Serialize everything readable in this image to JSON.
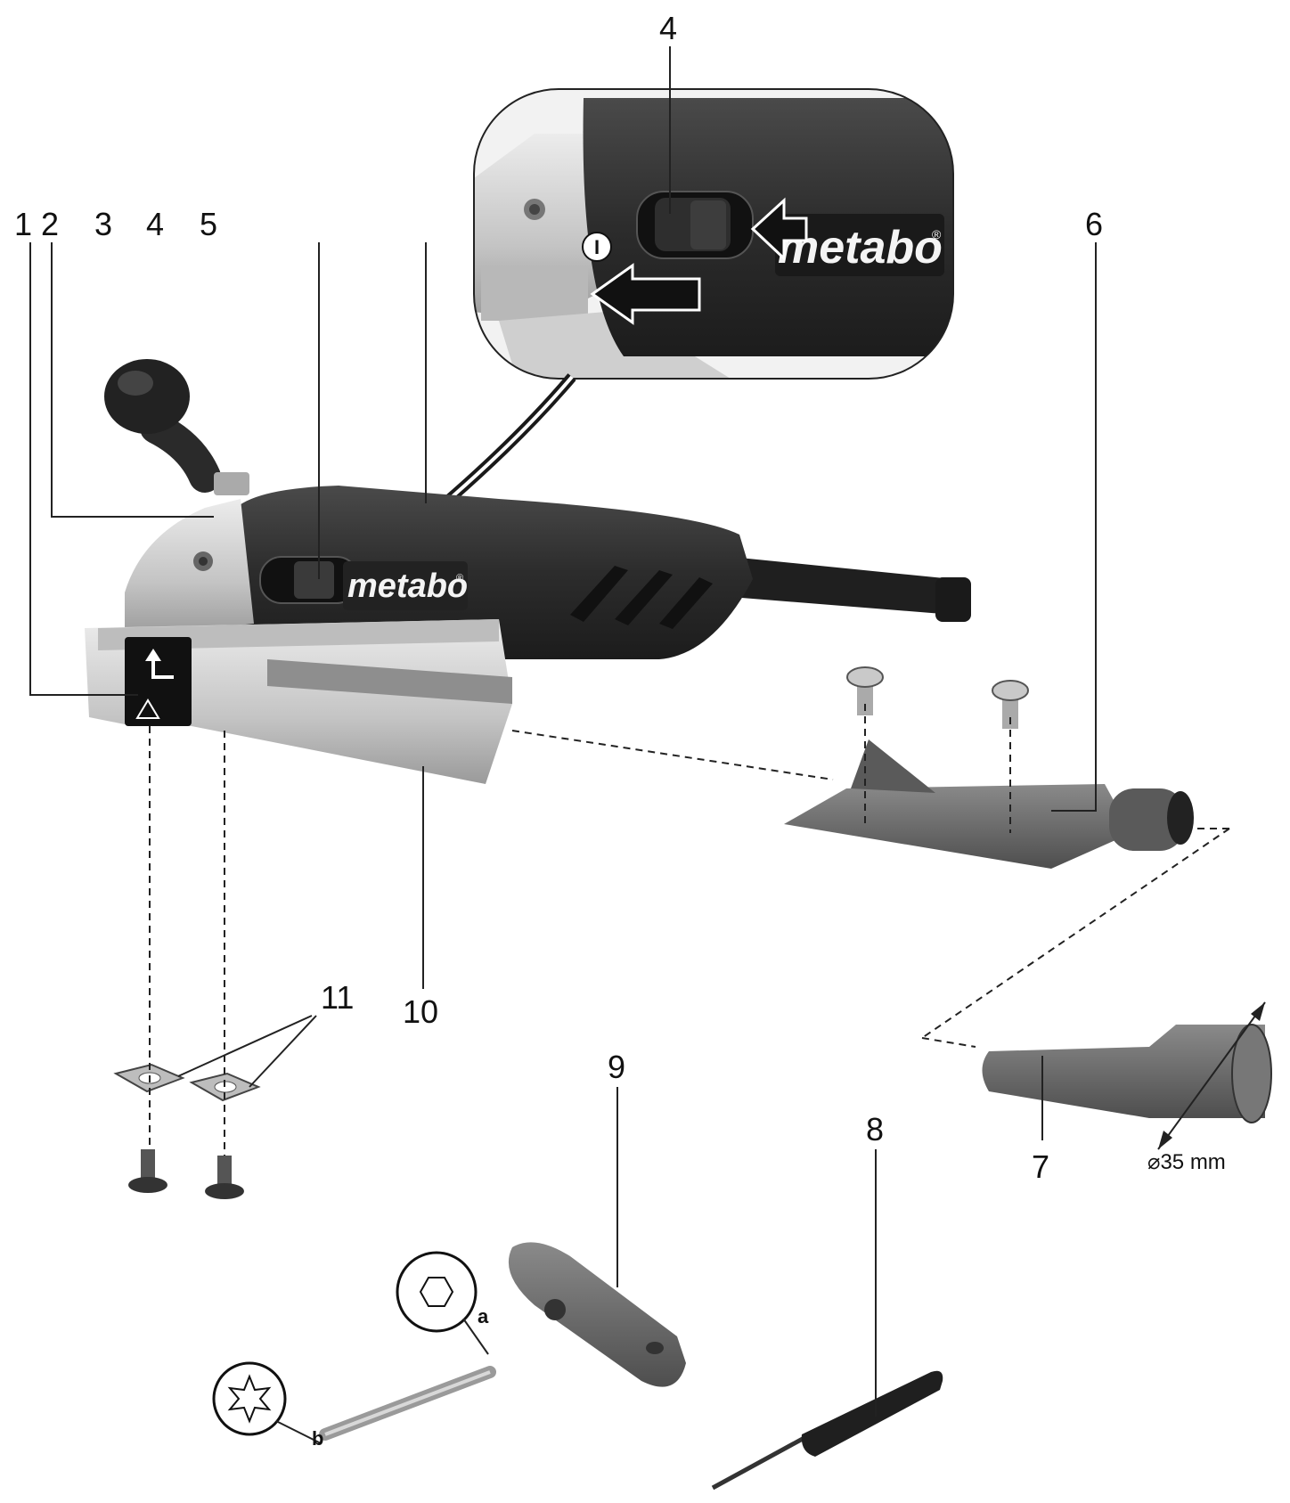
{
  "callouts": {
    "c1": "1",
    "c2": "2",
    "c3": "3",
    "c4": "4",
    "c5": "5",
    "c4_detail": "4",
    "c6": "6",
    "c7": "7",
    "c8": "8",
    "c9": "9",
    "c10": "10",
    "c11": "11",
    "a": "a",
    "b": "b"
  },
  "brand_text": "metabo",
  "registered_mark": "®",
  "switch_on_marker": "I",
  "dimension_label": "⌀35 mm",
  "colors": {
    "housing": "#3a3a3a",
    "housing_dark": "#1f1f1f",
    "metal_light": "#d6d6d6",
    "metal_mid": "#a9a9a9",
    "accessory_grey": "#6e6e6e",
    "line": "#222222"
  },
  "icons": [
    "hex-socket-icon",
    "torx-star-icon",
    "arrow-up-turn-icon",
    "triangle-warning-icon",
    "push-arrow-icon"
  ]
}
